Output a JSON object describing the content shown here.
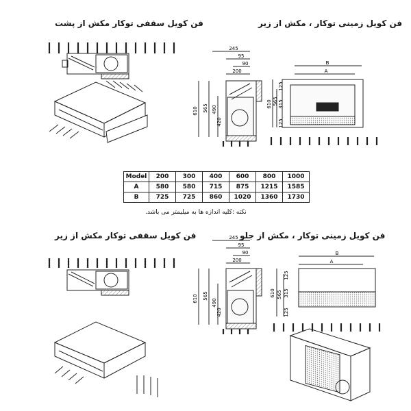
{
  "titles": {
    "ceiling_rear": "فن کویل سقفی توکار مکش از پشت",
    "floor_bottom": "فن کویل زمینی توکار ، مکش از زیر",
    "ceiling_bottom": "فن کویل سقفی توکار مکش از زیر",
    "floor_front": "فن کویل زمینی توکار ، مکش از جلو"
  },
  "table": {
    "header": [
      "Model",
      "200",
      "300",
      "400",
      "600",
      "800",
      "1000"
    ],
    "rows": [
      [
        "A",
        "580",
        "580",
        "715",
        "875",
        "1215",
        "1585"
      ],
      [
        "B",
        "725",
        "725",
        "860",
        "1020",
        "1360",
        "1730"
      ]
    ]
  },
  "note": "نکته :کلیه اندازه ها به میلیمتر می باشد.",
  "dims_top": {
    "w245": "245",
    "w95": "95",
    "w90": "90",
    "w200": "200",
    "h610": "610",
    "h565": "565",
    "h490": "490",
    "h420": "420",
    "side_610": "610",
    "side_565": "565",
    "side_315": "315",
    "side_125": "125",
    "side_125b": "125",
    "B": "B",
    "A": "A"
  },
  "dims_bottom": {
    "w245": "245",
    "w95": "95",
    "w90": "90",
    "w200": "200",
    "h610": "610",
    "h565": "565",
    "h490": "490",
    "h420": "420",
    "side_610": "610",
    "side_565": "565",
    "side_315": "315",
    "side_125": "125",
    "side_125b": "125",
    "B": "B",
    "A": "A"
  }
}
